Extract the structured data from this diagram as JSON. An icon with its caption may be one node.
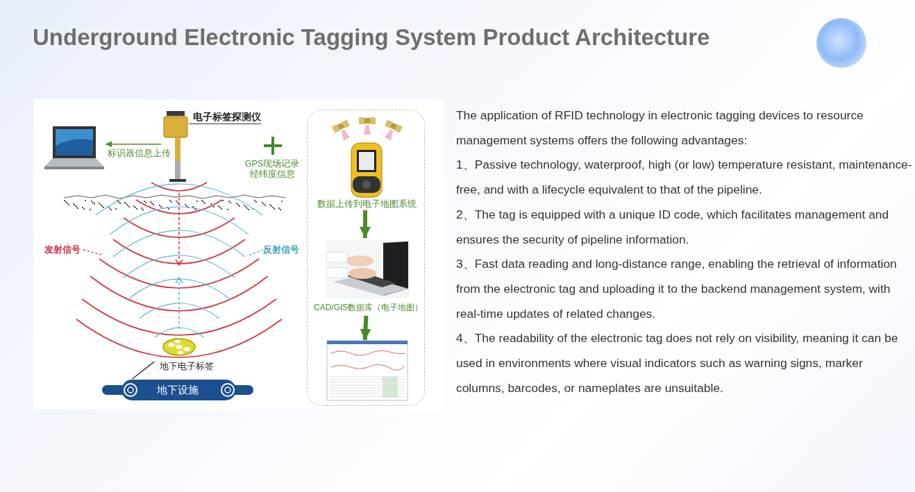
{
  "diagram": {
    "title": "Underground Electronic Tagging System Product Architecture",
    "nodes": [
      {
        "text": [],
        "shape": "picture"
      },
      {
        "text": [],
        "shape": "picture",
        "beside": [
          "电子标签探测仪"
        ]
      },
      {
        "text": [
          "发射信号"
        ]
      },
      {
        "text": [
          "反射信号"
        ]
      },
      {
        "text": [],
        "shape": "picture",
        "beside": [
          "地下电子标签"
        ]
      },
      {
        "text": [
          "地下设施"
        ]
      },
      {
        "text": [],
        "shape": "box"
      },
      {
        "text": [],
        "shape": "picture",
        "in": 6
      },
      {
        "text": [],
        "shape": "picture",
        "in": 6,
        "beside": [
          "数据上传到电子地图系统"
        ]
      },
      {
        "text": [],
        "shape": "picture",
        "in": 6,
        "beside": [
          "CAD/GIS数据库（电子地图）"
        ]
      },
      {
        "text": [],
        "shape": "picture",
        "in": 6
      }
    ],
    "edges": [
      {
        "from": 1,
        "to": 0,
        "arrow": "to",
        "label": "标识器信息上传",
        "color": "#4a8a2a"
      },
      {
        "from": 4,
        "to": 5,
        "arrow": "none",
        "color": "#333333"
      },
      {
        "from": 8,
        "to": 9,
        "arrow": "to",
        "style": "thick",
        "color": "#4a8a2a"
      },
      {
        "from": 9,
        "to": 10,
        "arrow": "to",
        "style": "thick",
        "color": "#4a8a2a"
      },
      {
        "from": 2,
        "to": null,
        "arrow": "none",
        "style": "dashed",
        "color": "#c8323c"
      },
      {
        "from": 3,
        "to": null,
        "arrow": "none",
        "style": "dashed",
        "color": "#3a9fc4"
      }
    ],
    "labels": [
      "GPS现场记录经纬度信息",
      "The application of RFID technology in electronic tagging devices to resource management systems offers the following advantages:",
      "1、Passive technology, waterproof, high (or low) temperature resistant, maintenance-free, and with a lifecycle equivalent to that of the pipeline.",
      "2、The tag is equipped with a unique ID code, which facilitates management and ensures the security of pipeline information.",
      "3、Fast data reading and long-distance range, enabling the retrieval of information from the electronic tag and uploading it to the backend management system, with real-time updates of related changes.",
      "4、The readability of the electronic tag does not rely on visibility, meaning it can be used in environments where visual indicators such as warning signs, marker columns, barcodes, or nameplates are unsuitable."
    ]
  }
}
